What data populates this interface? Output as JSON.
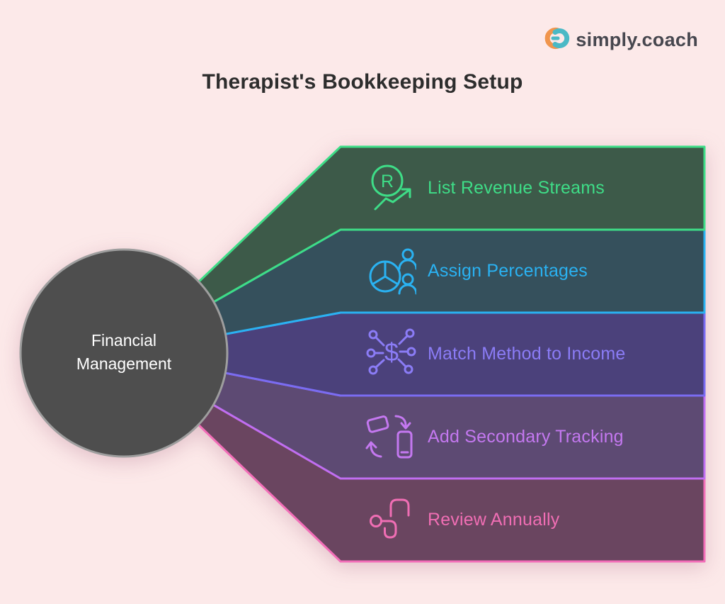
{
  "background": "#fce9e9",
  "logo": {
    "text": "simply.coach",
    "text_color": "#47474f",
    "mark_orange": "#f0954d",
    "mark_teal": "#4ab9c6"
  },
  "title": {
    "text": "Therapist's Bookkeeping Setup",
    "color": "#2d2d2d"
  },
  "center_node": {
    "label": "Financial Management",
    "fill": "#4e4e4e",
    "border": "#9e9e9e",
    "text_color": "#ffffff"
  },
  "steps": [
    {
      "label": "List Revenue Streams",
      "icon": "revenue-trend-icon",
      "fill": "#3d5a49",
      "border": "#3edd87",
      "accent": "#3edd87"
    },
    {
      "label": "Assign Percentages",
      "icon": "pie-chart-people-icon",
      "fill": "#35505c",
      "border": "#2ab2f2",
      "accent": "#2ab2f2"
    },
    {
      "label": "Match Method to Income",
      "icon": "dollar-network-icon",
      "fill": "#4b417b",
      "border": "#7a6cf2",
      "accent": "#8b7cf6"
    },
    {
      "label": "Add Secondary Tracking",
      "icon": "device-sync-icon",
      "fill": "#5d4a73",
      "border": "#c06ef2",
      "accent": "#c478f0"
    },
    {
      "label": "Review Annually",
      "icon": "review-arrows-icon",
      "fill": "#6a4560",
      "border": "#f26eb8",
      "accent": "#f06eb4"
    }
  ]
}
